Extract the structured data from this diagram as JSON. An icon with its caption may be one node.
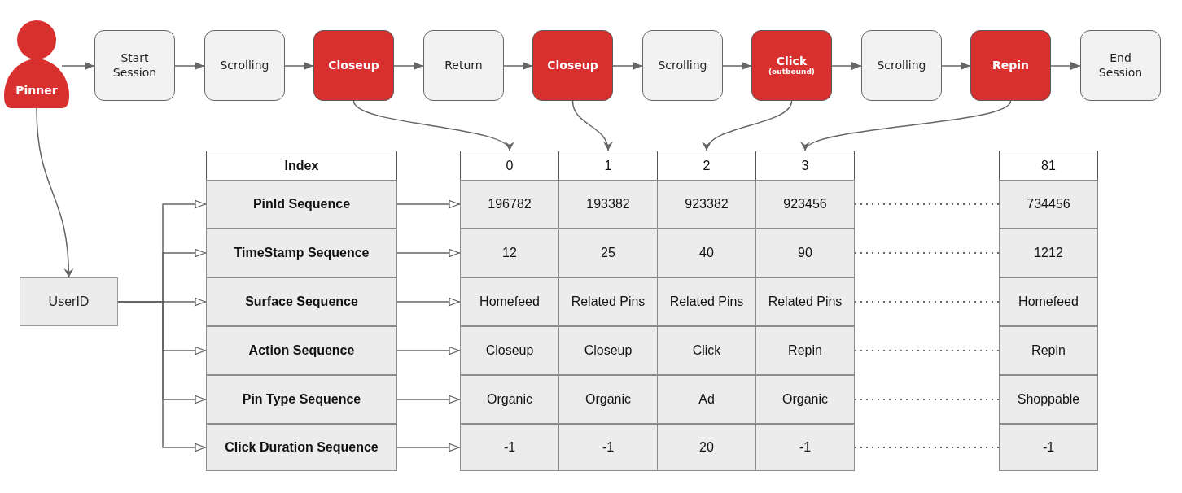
{
  "diagram": {
    "nodes": [
      {
        "text": [
          "Pinner"
        ]
      },
      {
        "text": [
          "Start Session"
        ]
      },
      {
        "text": [
          "Scrolling"
        ]
      },
      {
        "text": [
          "Closeup"
        ]
      },
      {
        "text": [
          "Return"
        ]
      },
      {
        "text": [
          "Closeup"
        ]
      },
      {
        "text": [
          "Scrolling"
        ]
      },
      {
        "text": [
          "Click",
          "(outbound)"
        ]
      },
      {
        "text": [
          "Scrolling"
        ]
      },
      {
        "text": [
          "Repin"
        ]
      },
      {
        "text": [
          "End Session"
        ]
      },
      {
        "text": [
          "UserID"
        ]
      },
      {
        "text": [
          "Index"
        ]
      },
      {
        "text": [
          "0"
        ]
      },
      {
        "text": [
          "1"
        ]
      },
      {
        "text": [
          "2"
        ]
      },
      {
        "text": [
          "3"
        ]
      },
      {
        "text": [
          "81"
        ]
      },
      {
        "text": [
          "PinId Sequence"
        ]
      },
      {
        "text": [
          "196782"
        ]
      },
      {
        "text": [
          "193382"
        ]
      },
      {
        "text": [
          "923382"
        ]
      },
      {
        "text": [
          "923456"
        ]
      },
      {
        "text": [
          "734456"
        ]
      },
      {
        "text": [
          "TimeStamp Sequence"
        ]
      },
      {
        "text": [
          "12"
        ]
      },
      {
        "text": [
          "25"
        ]
      },
      {
        "text": [
          "40"
        ]
      },
      {
        "text": [
          "90"
        ]
      },
      {
        "text": [
          "1212"
        ]
      },
      {
        "text": [
          "Surface Sequence"
        ]
      },
      {
        "text": [
          "Homefeed"
        ]
      },
      {
        "text": [
          "Related Pins"
        ]
      },
      {
        "text": [
          "Related Pins"
        ]
      },
      {
        "text": [
          "Related Pins"
        ]
      },
      {
        "text": [
          "Homefeed"
        ]
      },
      {
        "text": [
          "Action Sequence"
        ]
      },
      {
        "text": [
          "Closeup"
        ]
      },
      {
        "text": [
          "Closeup"
        ]
      },
      {
        "text": [
          "Click"
        ]
      },
      {
        "text": [
          "Repin"
        ]
      },
      {
        "text": [
          "Repin"
        ]
      },
      {
        "text": [
          "Pin Type Sequence"
        ]
      },
      {
        "text": [
          "Organic"
        ]
      },
      {
        "text": [
          "Organic"
        ]
      },
      {
        "text": [
          "Ad"
        ]
      },
      {
        "text": [
          "Organic"
        ]
      },
      {
        "text": [
          "Shoppable"
        ]
      },
      {
        "text": [
          "Click Duration Sequence"
        ]
      },
      {
        "text": [
          "-1"
        ]
      },
      {
        "text": [
          "-1"
        ]
      },
      {
        "text": [
          "20"
        ]
      },
      {
        "text": [
          "-1"
        ]
      },
      {
        "text": [
          "-1"
        ]
      }
    ],
    "edges": [
      {
        "from": 0,
        "to": 1,
        "arrow": "to"
      },
      {
        "from": 1,
        "to": 2,
        "arrow": "to"
      },
      {
        "from": 2,
        "to": 3,
        "arrow": "to"
      },
      {
        "from": 3,
        "to": 4,
        "arrow": "to"
      },
      {
        "from": 4,
        "to": 5,
        "arrow": "to"
      },
      {
        "from": 5,
        "to": 6,
        "arrow": "to"
      },
      {
        "from": 6,
        "to": 7,
        "arrow": "to"
      },
      {
        "from": 7,
        "to": 8,
        "arrow": "to"
      },
      {
        "from": 8,
        "to": 9,
        "arrow": "to"
      },
      {
        "from": 9,
        "to": 10,
        "arrow": "to"
      },
      {
        "from": 3,
        "to": 13,
        "arrow": "to"
      },
      {
        "from": 5,
        "to": 14,
        "arrow": "to"
      },
      {
        "from": 7,
        "to": 15,
        "arrow": "to"
      },
      {
        "from": 9,
        "to": 16,
        "arrow": "to"
      },
      {
        "from": 0,
        "to": 11,
        "arrow": "to"
      },
      {
        "from": 11,
        "to": 18,
        "arrow": "to"
      },
      {
        "from": 11,
        "to": 24,
        "arrow": "to"
      },
      {
        "from": 11,
        "to": 30,
        "arrow": "to"
      },
      {
        "from": 11,
        "to": 36,
        "arrow": "to"
      },
      {
        "from": 11,
        "to": 42,
        "arrow": "to"
      },
      {
        "from": 11,
        "to": 48,
        "arrow": "to"
      },
      {
        "from": 18,
        "to": 19,
        "arrow": "to"
      },
      {
        "from": 24,
        "to": 25,
        "arrow": "to"
      },
      {
        "from": 30,
        "to": 31,
        "arrow": "to"
      },
      {
        "from": 36,
        "to": 37,
        "arrow": "to"
      },
      {
        "from": 42,
        "to": 43,
        "arrow": "to"
      },
      {
        "from": 48,
        "to": 49,
        "arrow": "to"
      },
      {
        "from": 22,
        "to": 23,
        "arrow": "none",
        "style": "dashed"
      },
      {
        "from": 28,
        "to": 29,
        "arrow": "none",
        "style": "dashed"
      },
      {
        "from": 34,
        "to": 35,
        "arrow": "none",
        "style": "dashed"
      },
      {
        "from": 40,
        "to": 41,
        "arrow": "none",
        "style": "dashed"
      },
      {
        "from": 46,
        "to": 47,
        "arrow": "none",
        "style": "dashed"
      },
      {
        "from": 52,
        "to": 53,
        "arrow": "none",
        "style": "dashed"
      }
    ]
  }
}
